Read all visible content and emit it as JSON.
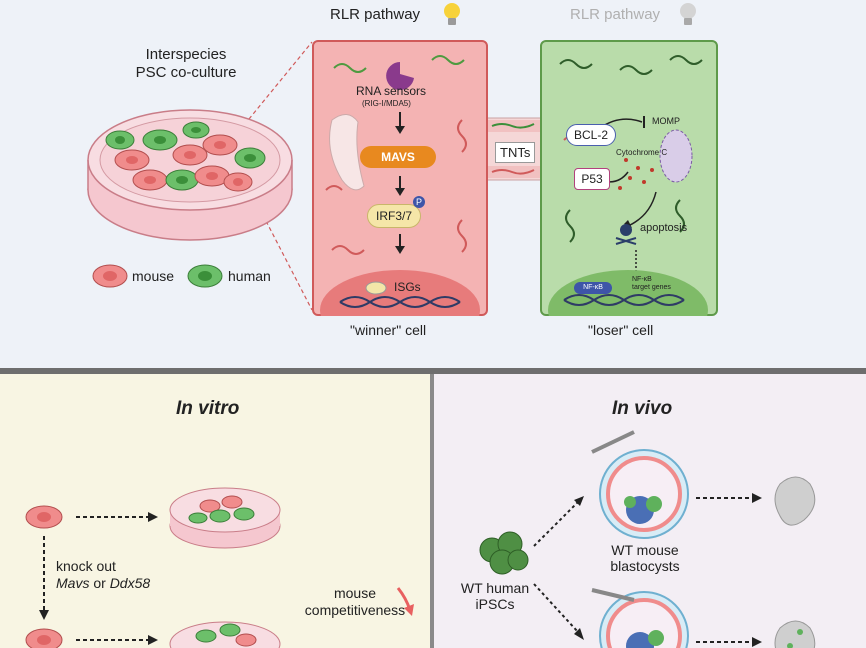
{
  "top": {
    "coculture_title_line1": "Interspecies",
    "coculture_title_line2": "PSC co-culture",
    "legend_mouse": "mouse",
    "legend_human": "human",
    "rlr_active": "RLR pathway",
    "rlr_inactive": "RLR pathway",
    "winner": {
      "sensors": "RNA sensors",
      "sensors_sub": "(RIG-I/MDA5)",
      "mavs": "MAVS",
      "irf": "IRF3/7",
      "p": "P",
      "isgs": "ISGs",
      "caption": "\"winner\" cell"
    },
    "tnts": "TNTs",
    "loser": {
      "bcl2": "BCL-2",
      "momp": "MOMP",
      "cytc": "Cytochrome C",
      "p53": "P53",
      "apoptosis": "apoptosis",
      "nfkb": "NF-κB",
      "nfkb_targets_line1": "NF-κB",
      "nfkb_targets_line2": "target genes",
      "caption": "\"loser\" cell"
    }
  },
  "vitro": {
    "title": "In vitro",
    "knockout_line1": "knock out",
    "knockout_gene1": "Mavs",
    "knockout_or": " or ",
    "knockout_gene2": "Ddx58",
    "comp_line1": "mouse",
    "comp_line2": "competitiveness"
  },
  "vivo": {
    "title": "In vivo",
    "ipsc_line1": "WT human",
    "ipsc_line2": "iPSCs",
    "blast_line1": "WT mouse",
    "blast_line2": "blastocysts"
  },
  "colors": {
    "mouse": "#f08c8c",
    "human": "#6cbf6a",
    "winner_bg": "#f4b3b3",
    "loser_bg": "#b9dcaa",
    "mavs": "#e8891f",
    "bcl2": "#4a5fae",
    "p53": "#b2417d"
  }
}
